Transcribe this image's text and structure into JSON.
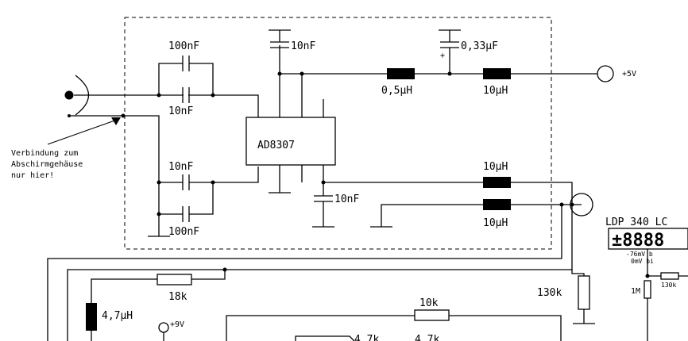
{
  "cap_100nF_top": "100nF",
  "cap_10nF_top": "10nF",
  "cap_10nF_supply": "10nF",
  "cap_033uF": "0,33µF",
  "cap_plus": "+",
  "ind_05uH": "0,5µH",
  "ind_10uH_supply": "10µH",
  "supply_5v": "+5V",
  "ic_name": "AD8307",
  "note_lines": [
    "Verbindung zum",
    "Abschirmgehäuse",
    "nur hier!"
  ],
  "cap_10nF_bot": "10nF",
  "cap_100nF_bot": "100nF",
  "cap_10nF_out": "10nF",
  "ind_10uH_out1": "10µH",
  "ind_10uH_out2": "10µH",
  "res_18k": "18k",
  "ind_47uH": "4,7µH",
  "supply_9v": "+9V",
  "res_10k": "10k",
  "res_130k": "130k",
  "res_47k_a": "4,7k",
  "res_47k_b": "4,7k",
  "lcd_title": "LDP 340 LC",
  "lcd_digits": "±8888",
  "lcd_note1": "-76mV b",
  "lcd_note2": "0mV bi",
  "lcd_res_130k": "130k",
  "lcd_res_1M": "1M"
}
